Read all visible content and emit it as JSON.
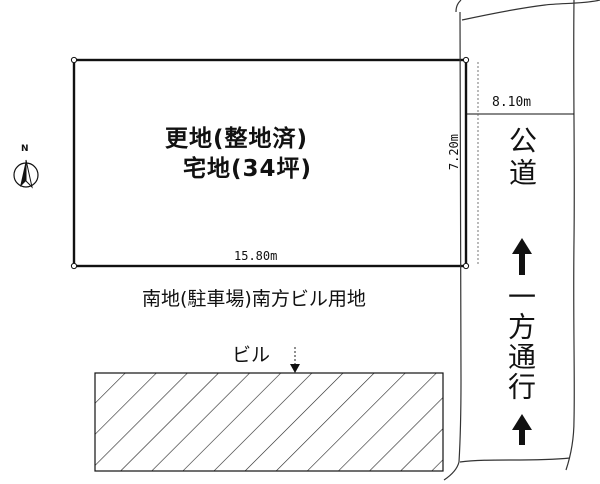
{
  "plot": {
    "title_line1": "更地(整地済)",
    "title_line2": "宅地(34坪)",
    "width_label": "15.80m",
    "depth_label": "7.20m"
  },
  "road": {
    "width_label": "8.10m",
    "name": "公道",
    "traffic": "一方通行"
  },
  "south": {
    "label": "南地(駐車場)南方ビル用地",
    "building_label": "ビル"
  },
  "compass": {
    "north_label": "N"
  }
}
